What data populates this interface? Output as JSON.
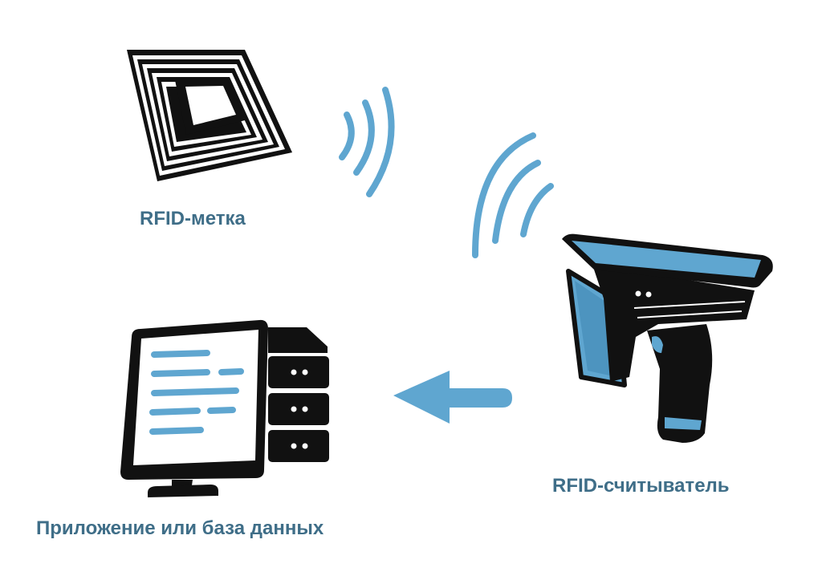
{
  "labels": {
    "tag": "RFID-метка",
    "reader": "RFID-считыватель",
    "app": "Приложение или база данных"
  },
  "colors": {
    "accent": "#5fa6d0",
    "label": "#3f6e88",
    "ink": "#111111"
  },
  "icons": [
    "rfid-tag-icon",
    "radio-waves-icon",
    "rfid-reader-icon",
    "arrow-left-icon",
    "monitor-icon",
    "server-icon"
  ]
}
